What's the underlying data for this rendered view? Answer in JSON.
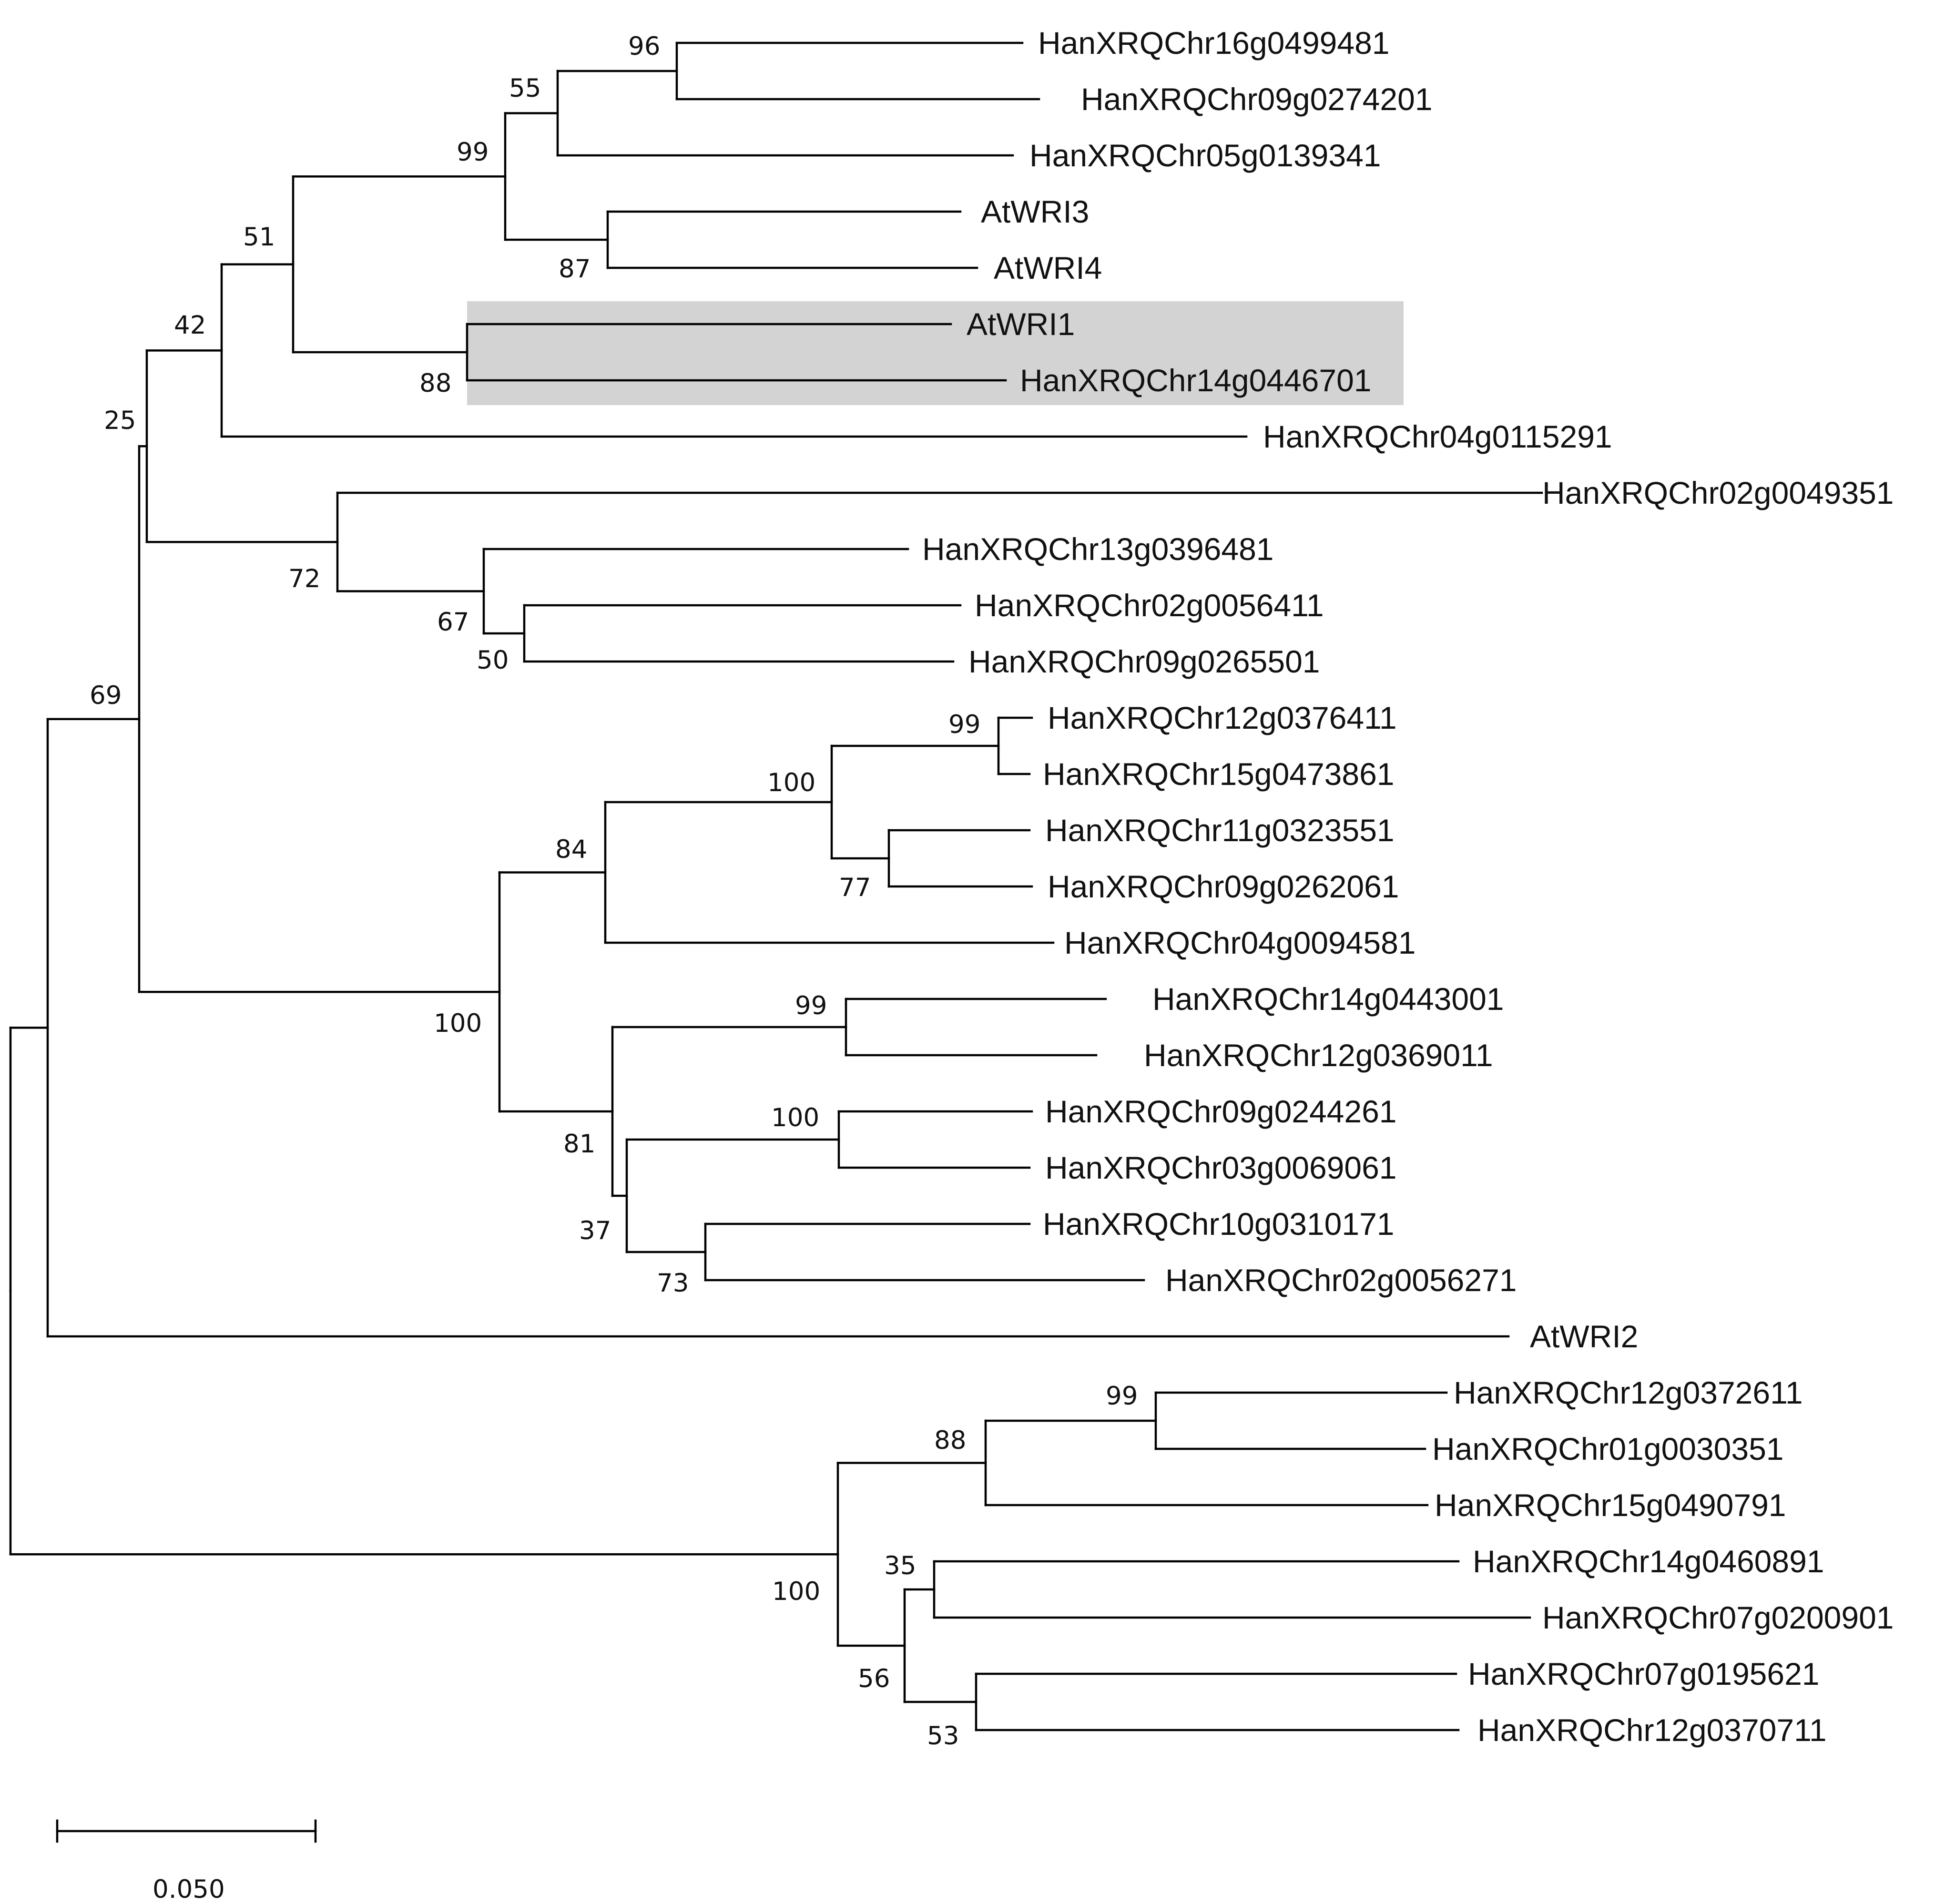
{
  "tree": {
    "highlight_color": "#d3d3d3",
    "highlighted_clade": [
      "AtWRI1",
      "HanXRQChr14g0446701"
    ],
    "scale_bar": {
      "length": 0.05,
      "label": "0.050"
    },
    "leaves": [
      "HanXRQChr16g0499481",
      "HanXRQChr09g0274201",
      "HanXRQChr05g0139341",
      "AtWRI3",
      "AtWRI4",
      "AtWRI1",
      "HanXRQChr14g0446701",
      "HanXRQChr04g0115291",
      "HanXRQChr02g0049351",
      "HanXRQChr13g0396481",
      "HanXRQChr02g0056411",
      "HanXRQChr09g0265501",
      "HanXRQChr12g0376411",
      "HanXRQChr15g0473861",
      "HanXRQChr11g0323551",
      "HanXRQChr09g0262061",
      "HanXRQChr04g0094581",
      "HanXRQChr14g0443001",
      "HanXRQChr12g0369011",
      "HanXRQChr09g0244261",
      "HanXRQChr03g0069061",
      "HanXRQChr10g0310171",
      "HanXRQChr02g0056271",
      "AtWRI2",
      "HanXRQChr12g0372611",
      "HanXRQChr01g0030351",
      "HanXRQChr15g0490791",
      "HanXRQChr14g0460891",
      "HanXRQChr07g0200901",
      "HanXRQChr07g0195621",
      "HanXRQChr12g0370711"
    ],
    "bootstrap_values": [
      "96",
      "55",
      "99",
      "87",
      "51",
      "88",
      "42",
      "25",
      "72",
      "67",
      "50",
      "69",
      "99",
      "100",
      "77",
      "84",
      "100",
      "99",
      "81",
      "100",
      "37",
      "73",
      "99",
      "88",
      "100",
      "35",
      "56",
      "53"
    ]
  }
}
